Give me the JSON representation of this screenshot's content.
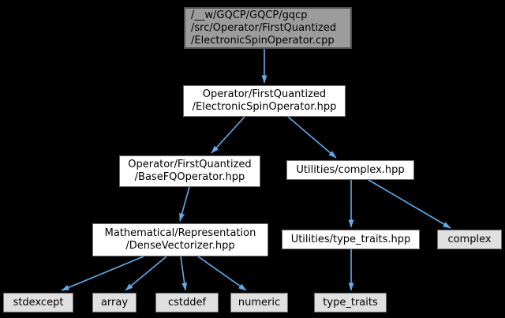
{
  "diagram": {
    "kind": "include-dependency-graph",
    "colors": {
      "background": "#000000",
      "edge": "#61adec",
      "node_fill": "#ffffff",
      "system_fill": "#e0e0e0",
      "root_fill": "#9c9c9c",
      "node_border": "#6e6e6e",
      "root_border": "#4f4f4f",
      "text": "#000000"
    },
    "nodes": [
      {
        "id": "root-cpp",
        "kind": "root",
        "label": "/__w/GQCP/GQCP/gqcp\n/src/Operator/FirstQuantized\n/ElectronicSpinOperator.cpp"
      },
      {
        "id": "electronic-spin-operator-hpp",
        "kind": "link",
        "label": "Operator/FirstQuantized\n/ElectronicSpinOperator.hpp"
      },
      {
        "id": "base-fq-operator-hpp",
        "kind": "link",
        "label": "Operator/FirstQuantized\n/BaseFQOperator.hpp"
      },
      {
        "id": "utilities-complex-hpp",
        "kind": "link",
        "label": "Utilities/complex.hpp"
      },
      {
        "id": "dense-vectorizer-hpp",
        "kind": "link",
        "label": "Mathematical/Representation\n/DenseVectorizer.hpp"
      },
      {
        "id": "utilities-type-traits-hpp",
        "kind": "link",
        "label": "Utilities/type_traits.hpp"
      },
      {
        "id": "complex",
        "kind": "system",
        "label": "complex"
      },
      {
        "id": "stdexcept",
        "kind": "system",
        "label": "stdexcept"
      },
      {
        "id": "array",
        "kind": "system",
        "label": "array"
      },
      {
        "id": "cstddef",
        "kind": "system",
        "label": "cstddef"
      },
      {
        "id": "numeric",
        "kind": "system",
        "label": "numeric"
      },
      {
        "id": "type-traits",
        "kind": "system",
        "label": "type_traits"
      }
    ],
    "edges": [
      {
        "from": "root-cpp",
        "to": "electronic-spin-operator-hpp"
      },
      {
        "from": "electronic-spin-operator-hpp",
        "to": "base-fq-operator-hpp"
      },
      {
        "from": "electronic-spin-operator-hpp",
        "to": "utilities-complex-hpp"
      },
      {
        "from": "base-fq-operator-hpp",
        "to": "dense-vectorizer-hpp"
      },
      {
        "from": "utilities-complex-hpp",
        "to": "utilities-type-traits-hpp"
      },
      {
        "from": "utilities-complex-hpp",
        "to": "complex"
      },
      {
        "from": "dense-vectorizer-hpp",
        "to": "stdexcept"
      },
      {
        "from": "dense-vectorizer-hpp",
        "to": "array"
      },
      {
        "from": "dense-vectorizer-hpp",
        "to": "cstddef"
      },
      {
        "from": "dense-vectorizer-hpp",
        "to": "numeric"
      },
      {
        "from": "utilities-type-traits-hpp",
        "to": "type-traits"
      }
    ]
  }
}
